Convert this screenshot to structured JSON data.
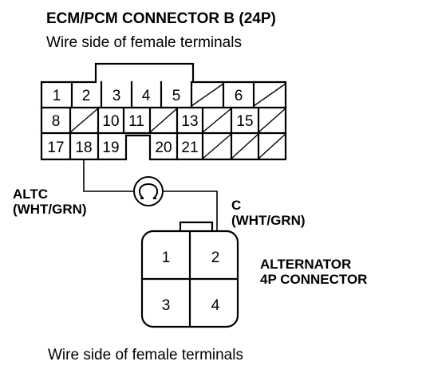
{
  "ecm_connector": {
    "title": "ECM/PCM CONNECTOR B (24P)",
    "subtitle": "Wire side of female terminals",
    "pins": [
      "1",
      "2",
      "3",
      "4",
      "5",
      "6",
      "8",
      "10",
      "11",
      "13",
      "15",
      "17",
      "18",
      "19",
      "20",
      "21"
    ]
  },
  "wires": {
    "altc_name": "ALTC",
    "altc_color": "(WHT/GRN)",
    "c_name": "C",
    "c_color": "(WHT/GRN)",
    "meter_symbol": "ohm"
  },
  "alternator_connector": {
    "title_line1": "ALTERNATOR",
    "title_line2": "4P CONNECTOR",
    "pins": [
      "1",
      "2",
      "3",
      "4"
    ],
    "caption": "Wire side of female terminals"
  }
}
